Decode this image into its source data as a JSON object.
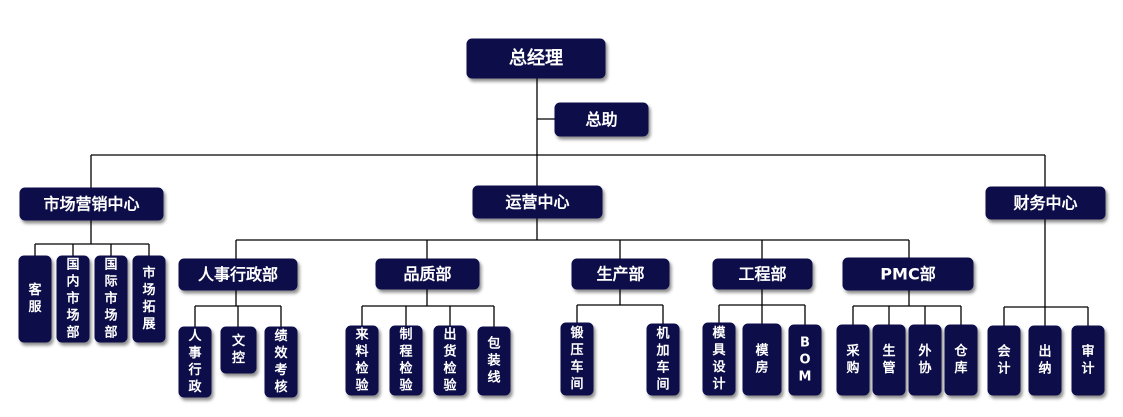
{
  "org_chart": {
    "root": "总经理",
    "assistant": "总助",
    "centers": [
      {
        "label": "市场营销中心",
        "subs": [
          "客服",
          "国内市场部",
          "国际市场部",
          "市场拓展"
        ]
      },
      {
        "label": "运营中心",
        "departments": [
          {
            "label": "人事行政部",
            "subs": [
              "人事行政",
              "文控",
              "绩效考核"
            ]
          },
          {
            "label": "品质部",
            "subs": [
              "来料检验",
              "制程检验",
              "出货检验",
              "包装线"
            ]
          },
          {
            "label": "生产部",
            "subs": [
              "锻压车间",
              "机加车间"
            ]
          },
          {
            "label": "工程部",
            "subs": [
              "模具设计",
              "模房",
              "BOM"
            ]
          },
          {
            "label": "PMC部",
            "subs": [
              "采购",
              "生管",
              "外协",
              "仓库"
            ]
          }
        ]
      },
      {
        "label": "财务中心",
        "subs": [
          "会计",
          "出纳",
          "审计"
        ]
      }
    ]
  }
}
